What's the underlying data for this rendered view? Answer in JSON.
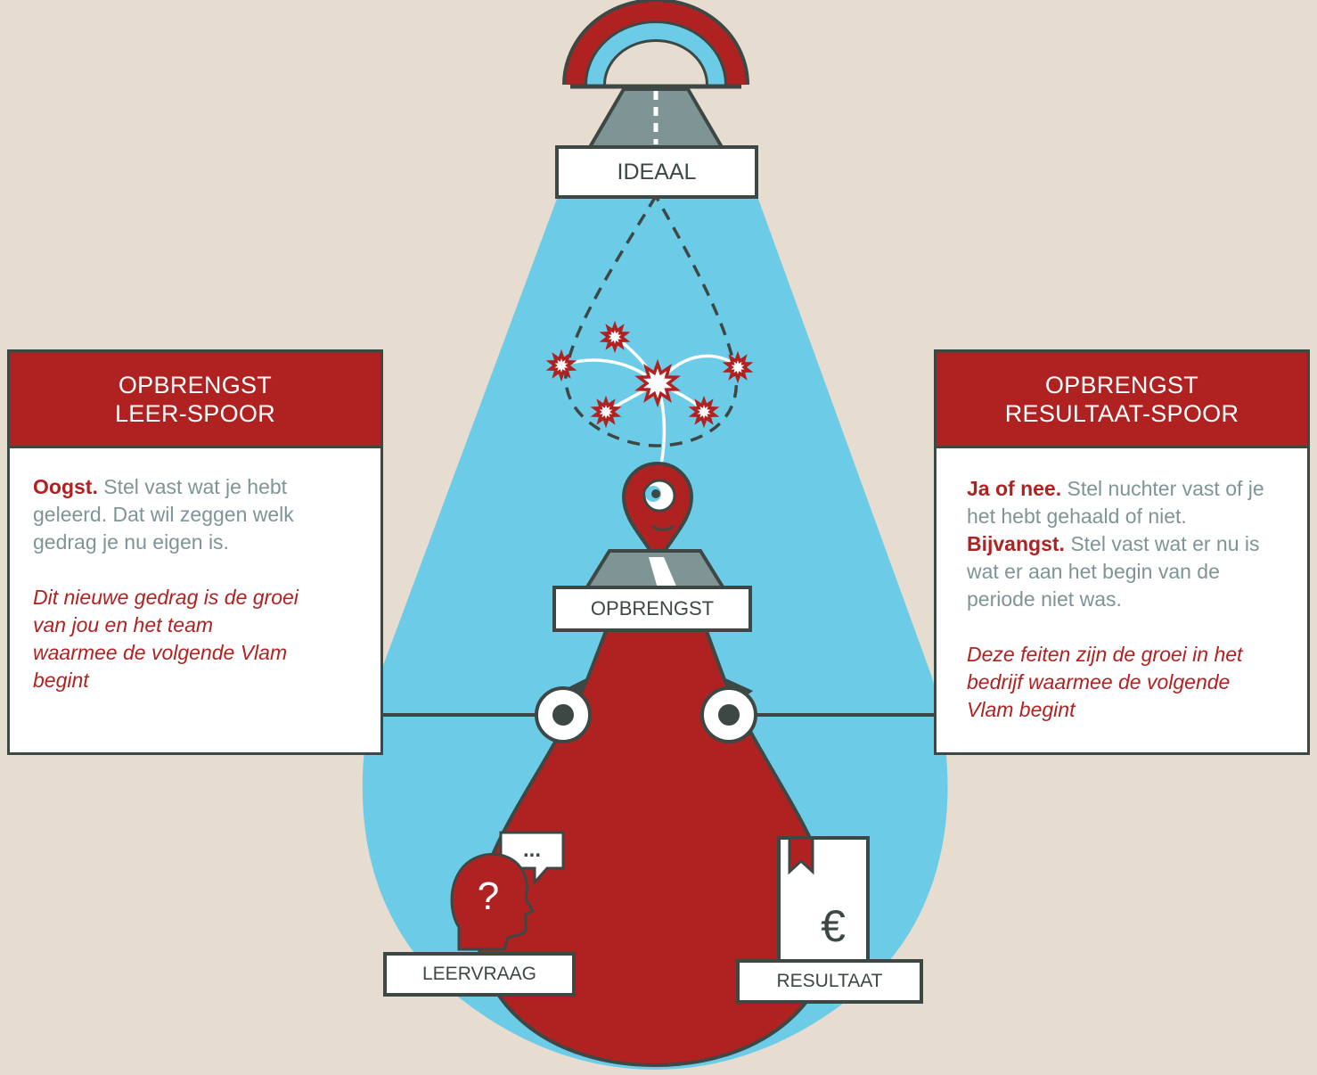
{
  "labels": {
    "ideaal": "IDEAAL",
    "opbrengst": "OPBRENGST",
    "leervraag": "LEERVRAAG",
    "resultaat": "RESULTAAT"
  },
  "left_panel": {
    "title_line1": "OPBRENGST",
    "title_line2": "LEER-SPOOR",
    "lead": "Oogst.",
    "text": "Stel vast wat je hebt geleerd. Dat wil zeggen welk gedrag je nu eigen is.",
    "italic": "Dit nieuwe gedrag is de groei van jou en het team waarmee de volgende Vlam begint"
  },
  "right_panel": {
    "title_line1": "OPBRENGST",
    "title_line2": "RESULTAAT-SPOOR",
    "lead1": "Ja of nee.",
    "text1": "Stel nuchter vast of je het hebt gehaald of niet.",
    "lead2": "Bijvangst.",
    "text2": "Stel vast wat er nu is wat er aan het begin van de periode niet was.",
    "italic": "Deze feiten zijn de groei in het bedrijf waarmee de volgende Vlam begint"
  },
  "icons": {
    "question_mark": "?",
    "speech_dots": "...",
    "currency": "€"
  },
  "colors": {
    "background": "#e6dccf",
    "red": "#b02222",
    "blue": "#6ccbe6",
    "dark": "#3d4845",
    "grey": "#7f9495"
  }
}
